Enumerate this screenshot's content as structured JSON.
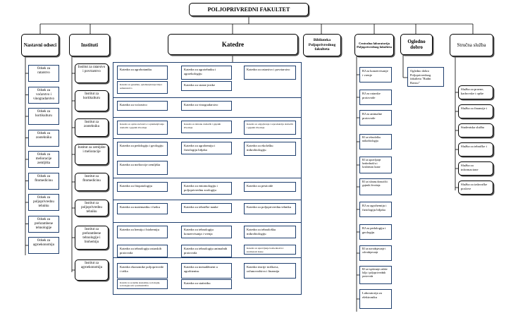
{
  "root": {
    "title": "POLJOPRIVREDNI FAKULTET"
  },
  "sections": {
    "nastavni": "Nastavni odseci",
    "instituti": "Instituti",
    "katedre": "Katedre",
    "biblioteka": "Biblioteka Poljoprivrednog fakulteta",
    "laboratorije": "Centralna laboratorija Poljoprivrednog fakulteta",
    "ogledno": "Ogledno dobro",
    "strucna": "Stručna služba"
  },
  "odseci": [
    "Odsek za ratarstvo",
    "Odsek za voćarstvo i vinogradarstvo",
    "Odsek za hortikulturu",
    "Odsek za zootehniku",
    "Odsek za melioracije zemljišta",
    "Odsek za fitomedicinu",
    "Odsek za poljoprivrednu tehniku",
    "Odsek za prehrambene tehnologije",
    "Odsek za agroekonomiju"
  ],
  "instituti": [
    "Institut za ratarstvo i povrtarstvo",
    "Institut za hortikulturu",
    "Institut za zootehniku",
    "Institut za zemljište i melioracije",
    "Institut za fitomedicinu",
    "Institut za poljoprivrednu tehniku",
    "Institut za prehrambene tehnologije i biohemiju",
    "Institut za agroekonomiju"
  ],
  "katedre": [
    [
      "Katedra za agrobotaniku",
      "Katedra za genetiku, oplemenjivanje bilja i semenarstvo",
      "Katedra za agrotehniku i agroekologiju",
      "Katedra za strane jezike",
      "Katedra za ratarstvo i povrtarstvo"
    ],
    [
      "Katedra za voćarstvo",
      "Katedra za vinogradarstvo"
    ],
    [
      "Katedra za opštu stočarstvo i oplemenjivanje domaćih i gajenih životinja",
      "Katedra za ishranu domaćih i gajenih životinja",
      "Katedra za odgajivanje i reprodukciju domaćih i gajenih životinja"
    ],
    [
      "Katedra za pedologiju i geologiju",
      "Katedra za meliorcije zemljišta",
      "Katedra za agrohemiju i fiziologiju biljaka",
      "Katedra za ekološku mikrobiologiju"
    ],
    [
      "Katedra za fitopatologiju",
      "Katedra za entomologiju i poljoprivrednu zoologiju",
      "Katedra za pesticide"
    ],
    [
      "Katedra za matematiku i fiziku",
      "Katedra za tehničke nauke",
      "Katedra za poljoprivrednu tehniku"
    ],
    [
      "Katedra za hemiju i biohemiju",
      "Katedra za tehnologiju ratarskih proizvoda",
      "Katedra za tehnologiju konzervisanja i vrenja",
      "Katedra za tehnologiju animalnih proizvoda",
      "Katedra za tehnološku mikrobiologiju",
      "Katedra za upravljanje bezbednošću i kvalitetom hrane"
    ],
    [
      "Katedra ekonomike poljoprivrede i trišta",
      "Katedra za socijalnu ekonomiju, sociologiju, sociologiju sela i preduzetništvo",
      "Katedra za menadžment u agrobiznisu",
      "Katedra za statistiku",
      "Katedra teorije troškova, računovodstva i finansija"
    ]
  ],
  "laboratorije": [
    "RJ za konzervisanje i vrenje",
    "RJ za ratarske proizvode",
    "RJ za animalne proizvode",
    "RJ za tehnološku mikrobiologiju",
    "RJ za upravljanje bezbednošću i kvalitetom hrane",
    "RJ za ishranu domaćih i gajenih životinja",
    "RJ za agrohemiju i fiziologiju biljaka",
    "RJ za pedologiju i geologiju",
    "RJ za navodnjavanje i odvodnjavanje",
    "RJ za ispitivanje zaštite bilja i poljoprivrednih proizvoda",
    "Laboratorija za elektroniku"
  ],
  "ogledno_item": "Ogledno dobro Poljoprivrednog fakulteta \"Radni Ravno\"",
  "strucna_items": [
    "Služba za pravne, kadrovske i opšte",
    "Služba za finansije i",
    "Studentska služba",
    "Služba za tehničke i",
    "Služba za informacione",
    "Služba za izdavačke poslove"
  ]
}
